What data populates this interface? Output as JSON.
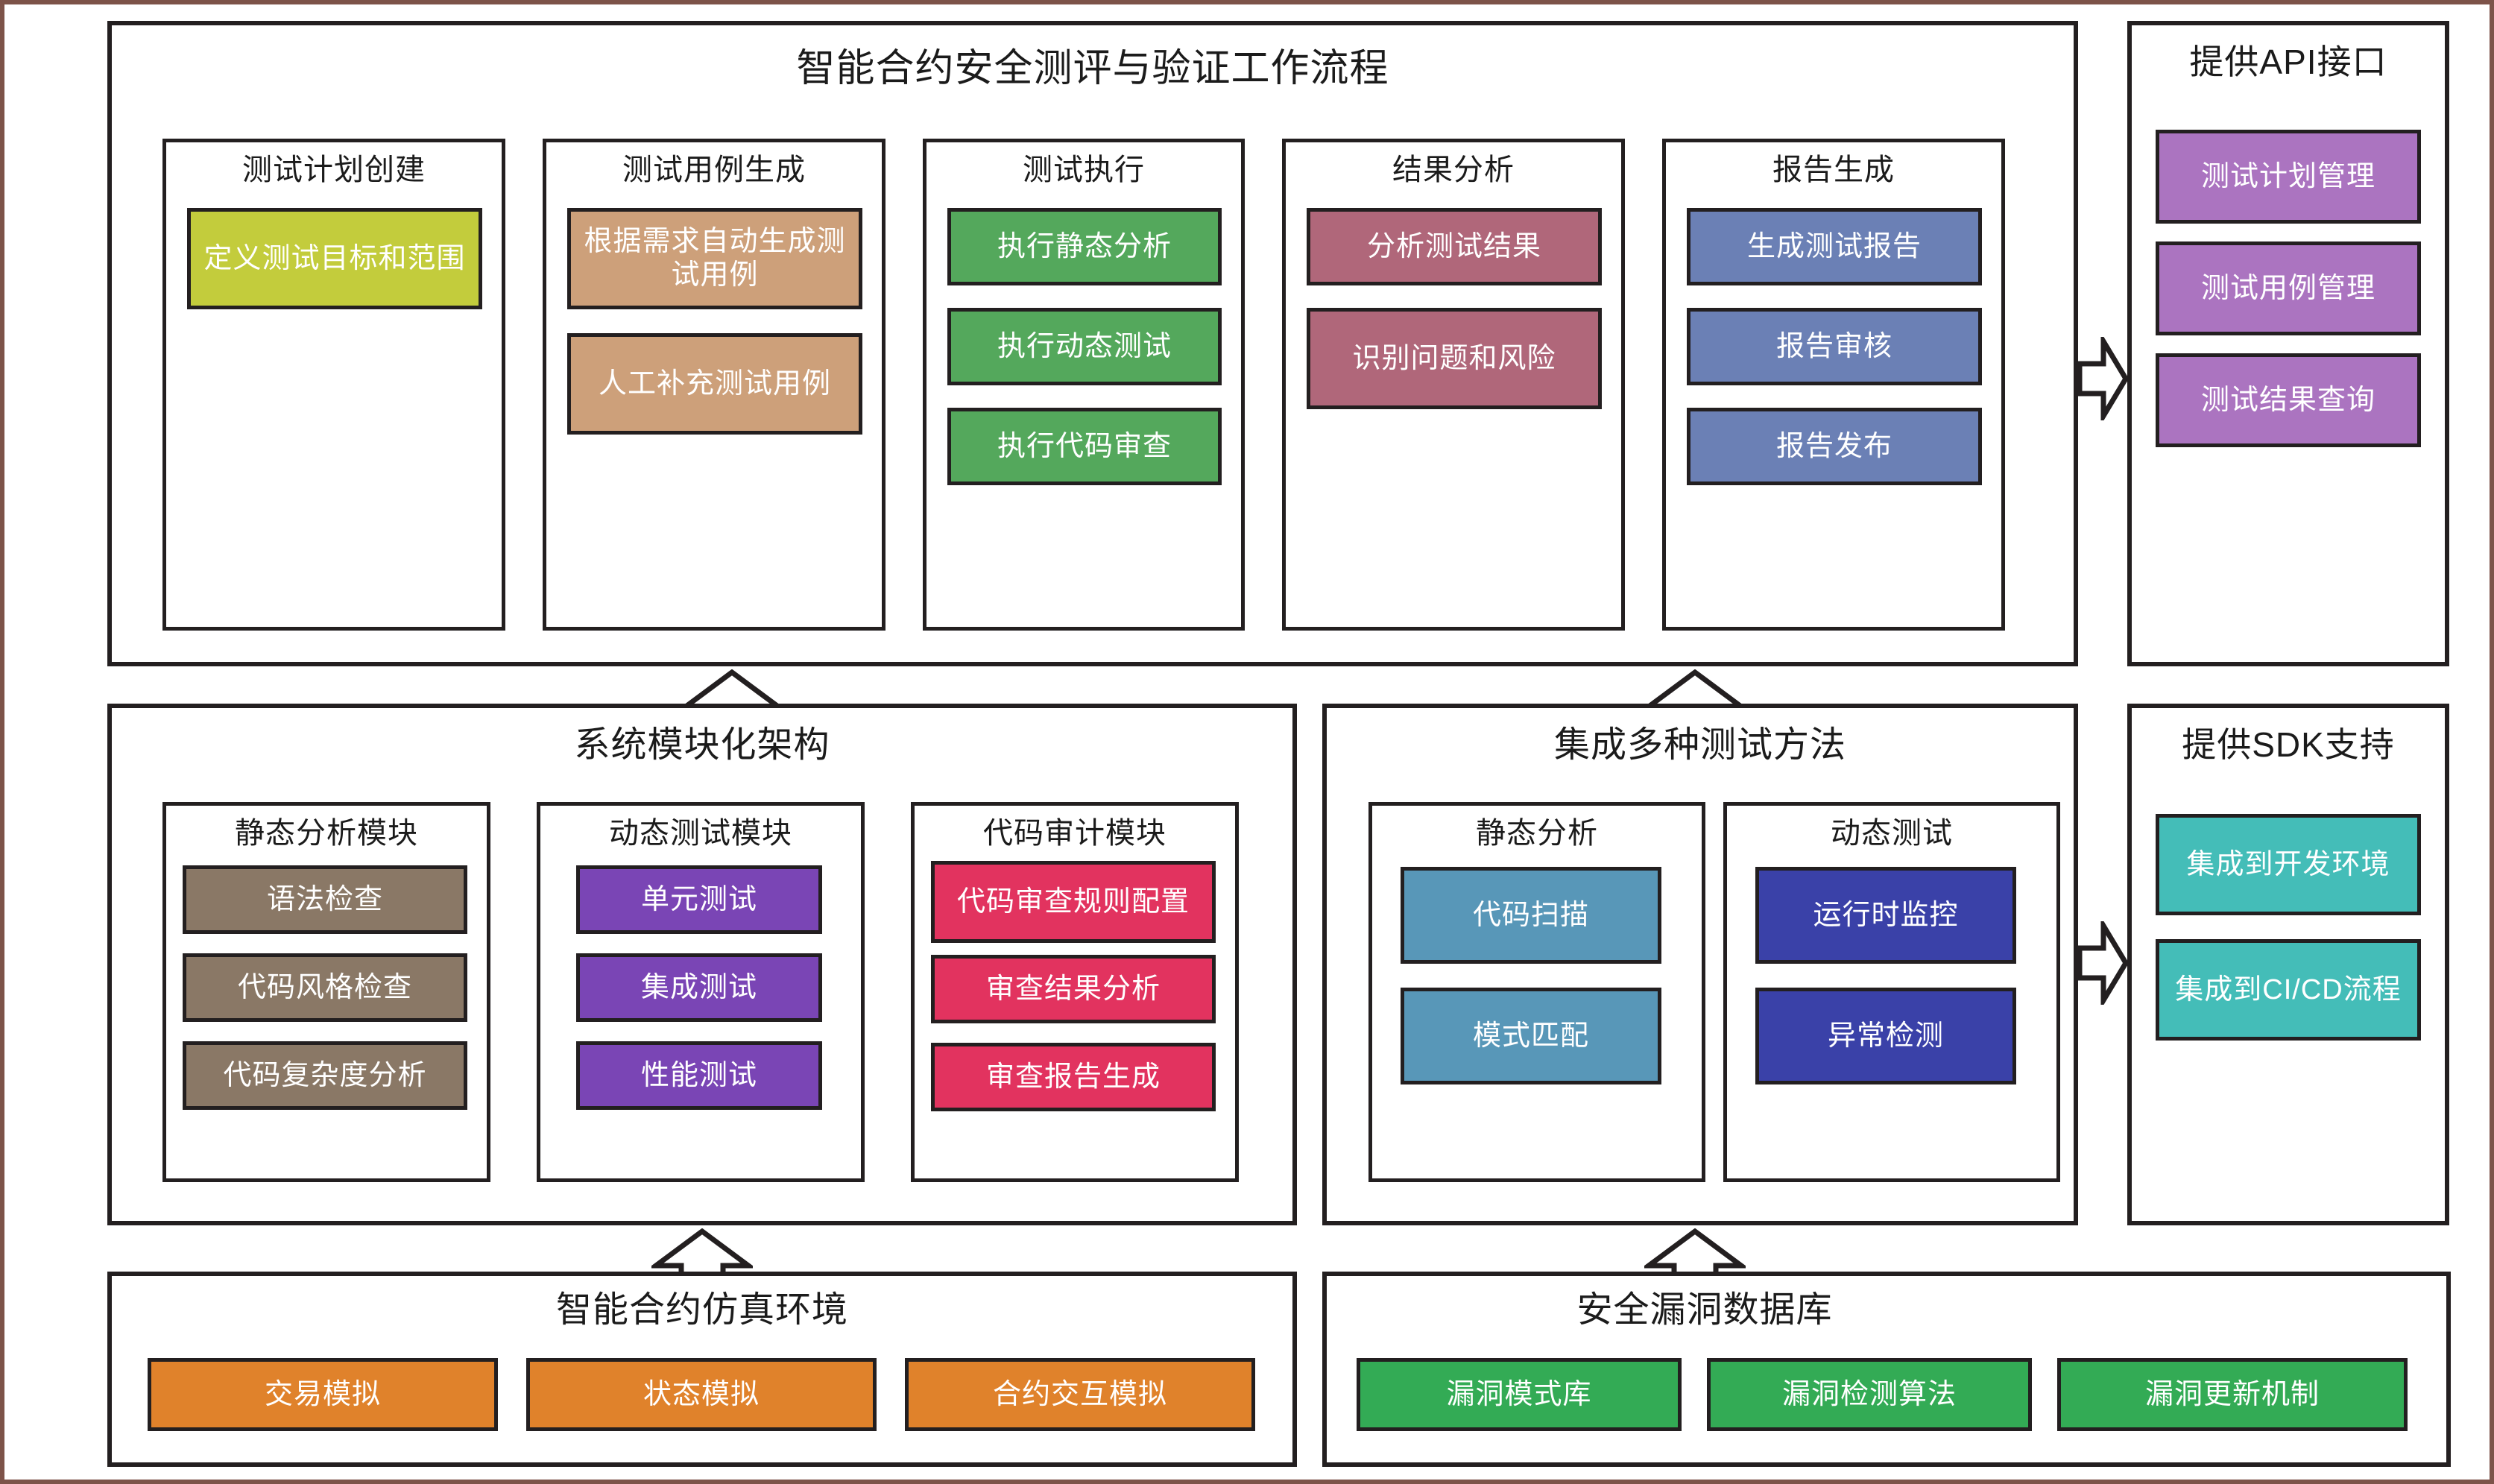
{
  "diagram": {
    "workflow": {
      "title": "智能合约安全测评与验证工作流程",
      "stages": [
        {
          "title": "测试计划创建",
          "color": "#c3cc3c",
          "items": [
            "定义测试目标和范围"
          ]
        },
        {
          "title": "测试用例生成",
          "color": "#cda07a",
          "items": [
            "根据需求自动生成测试用例",
            "人工补充测试用例"
          ]
        },
        {
          "title": "测试执行",
          "color": "#54a85c",
          "items": [
            "执行静态分析",
            "执行动态测试",
            "执行代码审查"
          ]
        },
        {
          "title": "结果分析",
          "color": "#b0677a",
          "items": [
            "分析测试结果",
            "识别问题和风险"
          ]
        },
        {
          "title": "报告生成",
          "color": "#6b80b5",
          "items": [
            "生成测试报告",
            "报告审核",
            "报告发布"
          ]
        }
      ]
    },
    "api_panel": {
      "title": "提供API接口",
      "color": "#ab74c0",
      "items": [
        "测试计划管理",
        "测试用例管理",
        "测试结果查询"
      ]
    },
    "architecture": {
      "title": "系统模块化架构",
      "modules": [
        {
          "title": "静态分析模块",
          "color": "#8a7866",
          "items": [
            "语法检查",
            "代码风格检查",
            "代码复杂度分析"
          ]
        },
        {
          "title": "动态测试模块",
          "color": "#7a45b5",
          "items": [
            "单元测试",
            "集成测试",
            "性能测试"
          ]
        },
        {
          "title": "代码审计模块",
          "color": "#e2335f",
          "items": [
            "代码审查规则配置",
            "审查结果分析",
            "审查报告生成"
          ]
        }
      ]
    },
    "methods": {
      "title": "集成多种测试方法",
      "groups": [
        {
          "title": "静态分析",
          "color": "#5897b8",
          "items": [
            "代码扫描",
            "模式匹配"
          ]
        },
        {
          "title": "动态测试",
          "color": "#3a41a8",
          "items": [
            "运行时监控",
            "异常检测"
          ]
        }
      ]
    },
    "sdk_panel": {
      "title": "提供SDK支持",
      "color": "#44bdb8",
      "items": [
        "集成到开发环境",
        "集成到CI/CD流程"
      ]
    },
    "simulation": {
      "title": "智能合约仿真环境",
      "color": "#e0822b",
      "items": [
        "交易模拟",
        "状态模拟",
        "合约交互模拟"
      ]
    },
    "vulndb": {
      "title": "安全漏洞数据库",
      "color": "#33ab55",
      "items": [
        "漏洞模式库",
        "漏洞检测算法",
        "漏洞更新机制"
      ]
    },
    "connectors": {
      "workflow_to_api": "arrow-right-icon",
      "architecture_to_workflow": "arrow-up-icon",
      "methods_to_workflow": "arrow-up-icon",
      "methods_to_sdk": "arrow-right-icon",
      "simulation_to_architecture": "arrow-up-icon",
      "vulndb_to_methods": "arrow-up-icon"
    }
  }
}
